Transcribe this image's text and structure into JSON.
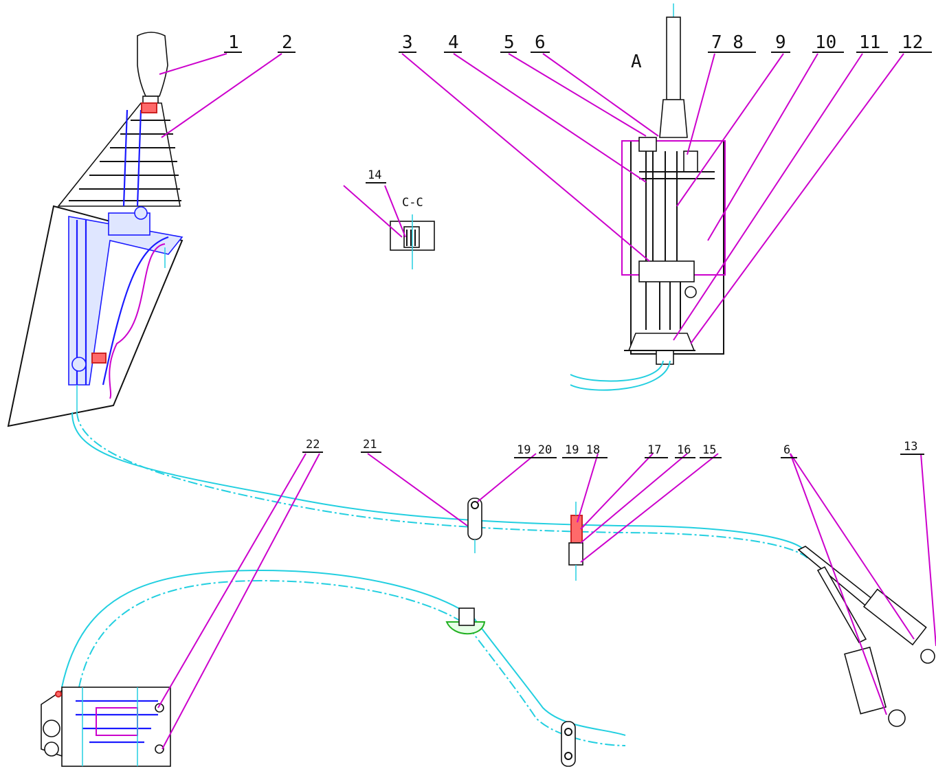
{
  "section_labels": {
    "view_a": "A",
    "section_cc": "C-C"
  },
  "callouts": {
    "c1": "1",
    "c2": "2",
    "c3": "3",
    "c4": "4",
    "c5": "5",
    "c6": "6",
    "c7_8": "7 8",
    "c9": "9",
    "c10": "10",
    "c11": "11",
    "c12": "12",
    "c13": "13",
    "c14": "14",
    "c15": "15",
    "c16": "16",
    "c17": "17",
    "c19_18": "19 18",
    "c19_20": "19 20",
    "c21": "21",
    "c22": "22",
    "c6b": "6"
  },
  "colors": {
    "cable": "#22cfe0",
    "leader": "#cc00cc",
    "shifter_linkage": "#1a1aff",
    "clip": "#22b022",
    "sleeve": "#cc2222"
  }
}
